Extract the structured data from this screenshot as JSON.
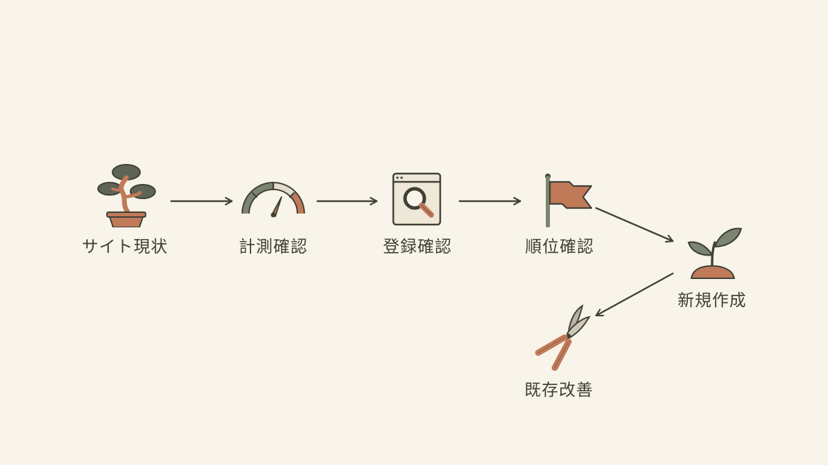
{
  "steps": [
    {
      "id": "site",
      "label": "サイト現状",
      "icon": "bonsai-icon"
    },
    {
      "id": "measure",
      "label": "計測確認",
      "icon": "gauge-icon"
    },
    {
      "id": "index",
      "label": "登録確認",
      "icon": "magnifier-page-icon"
    },
    {
      "id": "rank",
      "label": "順位確認",
      "icon": "flag-icon"
    },
    {
      "id": "create",
      "label": "新規作成",
      "icon": "sprout-icon"
    },
    {
      "id": "improve",
      "label": "既存改善",
      "icon": "pruning-shears-icon"
    }
  ],
  "colors": {
    "background": "#f8f4ea",
    "ink": "#3f4036",
    "terracotta": "#c07a58",
    "sage": "#7c8570",
    "foliage": "#5e6556"
  }
}
